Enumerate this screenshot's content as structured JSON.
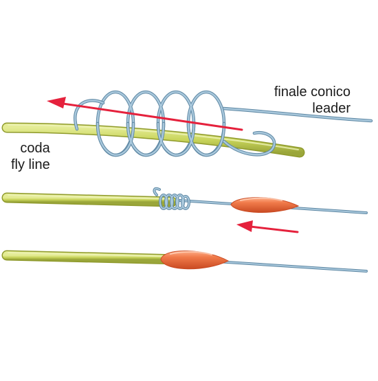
{
  "labels": {
    "leader_it": "finale conico",
    "leader_en": "leader",
    "flyline_it": "coda",
    "flyline_en": "fly line"
  },
  "colors": {
    "fly_line": "#c8d45a",
    "fly_line_dark": "#8f9a2c",
    "leader": "#8fb4cc",
    "leader_dark": "#5d87a3",
    "glue_bead": "#ee6a3c",
    "glue_bead_dark": "#c94a22",
    "arrow": "#e5213c",
    "text": "#1a1a1a",
    "background": "#ffffff"
  },
  "steps": [
    {
      "step": 1,
      "description_icon": "open-coils"
    },
    {
      "step": 2,
      "description_icon": "tightened-knot-with-bead"
    },
    {
      "step": 3,
      "description_icon": "bead-over-joint"
    }
  ]
}
